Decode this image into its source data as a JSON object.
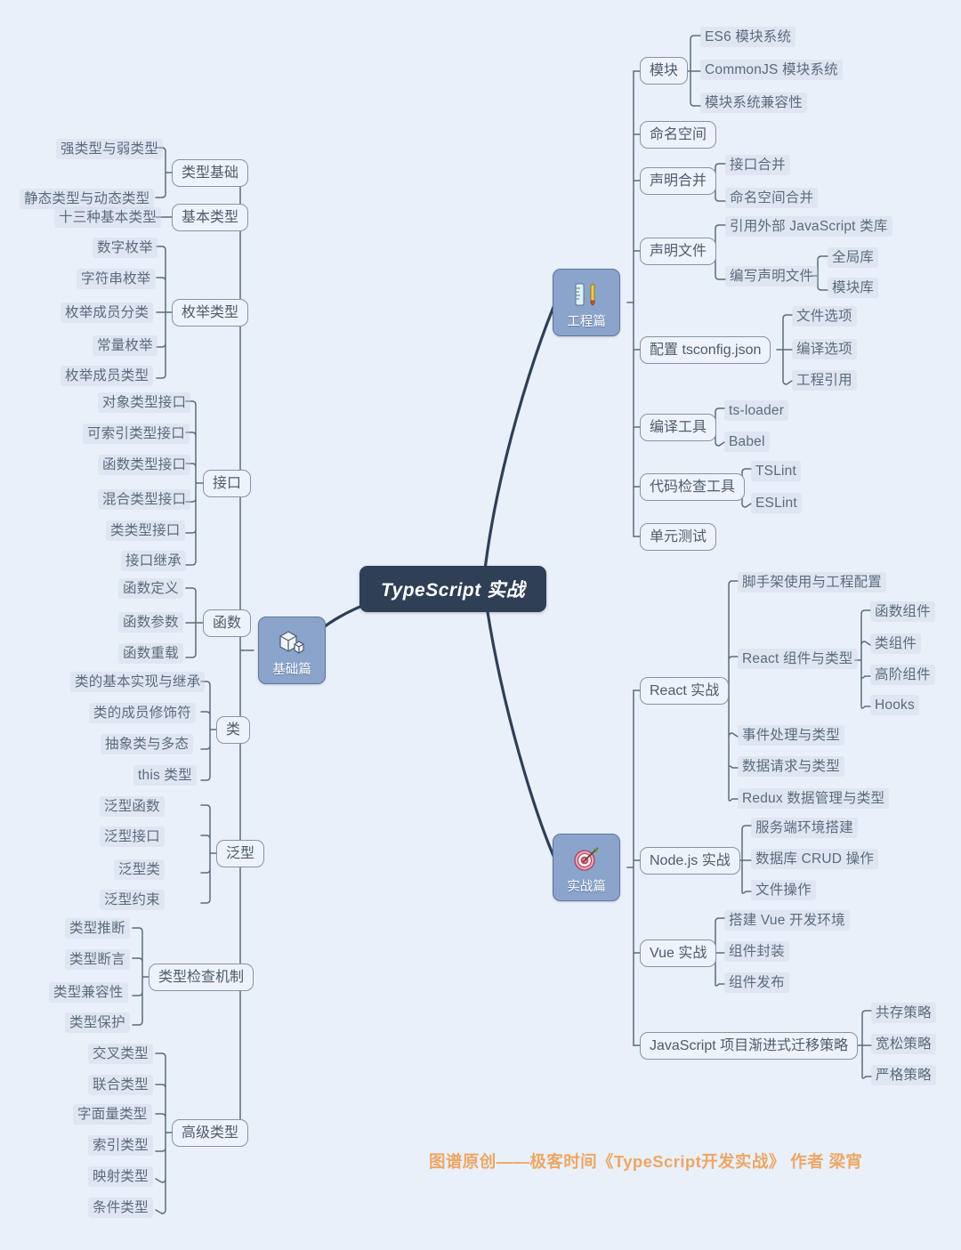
{
  "meta": {
    "background_color": "#eaf0fa",
    "root_color": "#2e3f56",
    "section_color": "#8aa4cc",
    "branch_border_color": "#8893a6",
    "leaf_text_color": "#5c6a7d",
    "credit_color": "#eca766"
  },
  "root": {
    "label": "TypeScript 实战"
  },
  "credit": {
    "text": "图谱原创——极客时间《TypeScript开发实战》 作者 梁宵"
  },
  "sections": [
    {
      "id": "engineering",
      "label": "工程篇",
      "icon": "ruler-pencil-icon"
    },
    {
      "id": "basics",
      "label": "基础篇",
      "icon": "cube-icon"
    },
    {
      "id": "practice",
      "label": "实战篇",
      "icon": "dartboard-icon"
    }
  ],
  "basics": {
    "label": "基础篇",
    "branches": [
      {
        "label": "类型基础",
        "children": [
          "强类型与弱类型",
          "静态类型与动态类型"
        ]
      },
      {
        "label": "基本类型",
        "children": [
          "十三种基本类型"
        ]
      },
      {
        "label": "枚举类型",
        "children": [
          "数字枚举",
          "字符串枚举",
          "枚举成员分类",
          "常量枚举",
          "枚举成员类型"
        ]
      },
      {
        "label": "接口",
        "children": [
          "对象类型接口",
          "可索引类型接口",
          "函数类型接口",
          "混合类型接口",
          "类类型接口",
          "接口继承"
        ]
      },
      {
        "label": "函数",
        "children": [
          "函数定义",
          "函数参数",
          "函数重载"
        ]
      },
      {
        "label": "类",
        "children": [
          "类的基本实现与继承",
          "类的成员修饰符",
          "抽象类与多态",
          "this 类型"
        ]
      },
      {
        "label": "泛型",
        "children": [
          "泛型函数",
          "泛型接口",
          "泛型类",
          "泛型约束"
        ]
      },
      {
        "label": "类型检查机制",
        "children": [
          "类型推断",
          "类型断言",
          "类型兼容性",
          "类型保护"
        ]
      },
      {
        "label": "高级类型",
        "children": [
          "交叉类型",
          "联合类型",
          "字面量类型",
          "索引类型",
          "映射类型",
          "条件类型"
        ]
      }
    ]
  },
  "engineering": {
    "label": "工程篇",
    "branches": [
      {
        "label": "模块",
        "children": [
          "ES6 模块系统",
          "CommonJS 模块系统",
          "模块系统兼容性"
        ]
      },
      {
        "label": "命名空间",
        "children": []
      },
      {
        "label": "声明合并",
        "children": [
          "接口合并",
          "命名空间合并"
        ]
      },
      {
        "label": "声明文件",
        "children": [
          "引用外部 JavaScript 类库",
          "编写声明文件"
        ],
        "grandchildren": {
          "编写声明文件": [
            "全局库",
            "模块库"
          ]
        }
      },
      {
        "label": "配置 tsconfig.json",
        "children": [
          "文件选项",
          "编译选项",
          "工程引用"
        ]
      },
      {
        "label": "编译工具",
        "children": [
          "ts-loader",
          "Babel"
        ]
      },
      {
        "label": "代码检查工具",
        "children": [
          "TSLint",
          "ESLint"
        ]
      },
      {
        "label": "单元测试",
        "children": []
      }
    ]
  },
  "practice": {
    "label": "实战篇",
    "branches": [
      {
        "label": "React 实战",
        "children": [
          "脚手架使用与工程配置",
          "React 组件与类型",
          "事件处理与类型",
          "数据请求与类型",
          "Redux 数据管理与类型"
        ],
        "grandchildren": {
          "React 组件与类型": [
            "函数组件",
            "类组件",
            "高阶组件",
            "Hooks"
          ]
        }
      },
      {
        "label": "Node.js 实战",
        "children": [
          "服务端环境搭建",
          "数据库 CRUD 操作",
          "文件操作"
        ]
      },
      {
        "label": "Vue 实战",
        "children": [
          "搭建 Vue 开发环境",
          "组件封装",
          "组件发布"
        ]
      },
      {
        "label": "JavaScript 项目渐进式迁移策略",
        "children": [
          "共存策略",
          "宽松策略",
          "严格策略"
        ]
      }
    ]
  },
  "nodes": {
    "root": {
      "label": "TypeScript 实战"
    },
    "b_type_basic": {
      "label": "类型基础"
    },
    "b_basic_type": {
      "label": "基本类型"
    },
    "b_enum": {
      "label": "枚举类型"
    },
    "b_interface": {
      "label": "接口"
    },
    "b_function": {
      "label": "函数"
    },
    "b_class": {
      "label": "类"
    },
    "b_generic": {
      "label": "泛型"
    },
    "b_check": {
      "label": "类型检查机制"
    },
    "b_advanced": {
      "label": "高级类型"
    },
    "l_strong_weak": {
      "label": "强类型与弱类型"
    },
    "l_static_dynamic": {
      "label": "静态类型与动态类型"
    },
    "l_thirteen": {
      "label": "十三种基本类型"
    },
    "l_num_enum": {
      "label": "数字枚举"
    },
    "l_str_enum": {
      "label": "字符串枚举"
    },
    "l_member_cat": {
      "label": "枚举成员分类"
    },
    "l_const_enum": {
      "label": "常量枚举"
    },
    "l_member_type": {
      "label": "枚举成员类型"
    },
    "l_obj_if": {
      "label": "对象类型接口"
    },
    "l_idx_if": {
      "label": "可索引类型接口"
    },
    "l_fn_if": {
      "label": "函数类型接口"
    },
    "l_mix_if": {
      "label": "混合类型接口"
    },
    "l_cls_if": {
      "label": "类类型接口"
    },
    "l_if_extend": {
      "label": "接口继承"
    },
    "l_fn_def": {
      "label": "函数定义"
    },
    "l_fn_param": {
      "label": "函数参数"
    },
    "l_fn_overload": {
      "label": "函数重载"
    },
    "l_cls_impl": {
      "label": "类的基本实现与继承"
    },
    "l_cls_modifier": {
      "label": "类的成员修饰符"
    },
    "l_abstract": {
      "label": "抽象类与多态"
    },
    "l_this_type": {
      "label": "this 类型"
    },
    "l_gen_fn": {
      "label": "泛型函数"
    },
    "l_gen_if": {
      "label": "泛型接口"
    },
    "l_gen_cls": {
      "label": "泛型类"
    },
    "l_gen_constraint": {
      "label": "泛型约束"
    },
    "l_infer": {
      "label": "类型推断"
    },
    "l_assert": {
      "label": "类型断言"
    },
    "l_compat": {
      "label": "类型兼容性"
    },
    "l_guard": {
      "label": "类型保护"
    },
    "l_intersect": {
      "label": "交叉类型"
    },
    "l_union": {
      "label": "联合类型"
    },
    "l_literal": {
      "label": "字面量类型"
    },
    "l_index": {
      "label": "索引类型"
    },
    "l_mapped": {
      "label": "映射类型"
    },
    "l_conditional": {
      "label": "条件类型"
    },
    "e_module": {
      "label": "模块"
    },
    "e_namespace": {
      "label": "命名空间"
    },
    "e_decl_merge": {
      "label": "声明合并"
    },
    "e_decl_file": {
      "label": "声明文件"
    },
    "e_tsconfig": {
      "label": "配置 tsconfig.json"
    },
    "e_compile_tool": {
      "label": "编译工具"
    },
    "e_lint_tool": {
      "label": "代码检查工具"
    },
    "e_unit_test": {
      "label": "单元测试"
    },
    "el_es6": {
      "label": "ES6 模块系统"
    },
    "el_cjs": {
      "label": "CommonJS 模块系统"
    },
    "el_compat": {
      "label": "模块系统兼容性"
    },
    "el_if_merge": {
      "label": "接口合并"
    },
    "el_ns_merge": {
      "label": "命名空间合并"
    },
    "el_ref_js": {
      "label": "引用外部 JavaScript 类库"
    },
    "el_write_decl": {
      "label": "编写声明文件"
    },
    "el_global_lib": {
      "label": "全局库"
    },
    "el_module_lib": {
      "label": "模块库"
    },
    "el_file_opt": {
      "label": "文件选项"
    },
    "el_compile_opt": {
      "label": "编译选项"
    },
    "el_proj_ref": {
      "label": "工程引用"
    },
    "el_tsloader": {
      "label": "ts-loader"
    },
    "el_babel": {
      "label": "Babel"
    },
    "el_tslint": {
      "label": "TSLint"
    },
    "el_eslint": {
      "label": "ESLint"
    },
    "p_react": {
      "label": "React 实战"
    },
    "p_node": {
      "label": "Node.js 实战"
    },
    "p_vue": {
      "label": "Vue 实战"
    },
    "p_migrate": {
      "label": "JavaScript 项目渐进式迁移策略"
    },
    "pl_scaffold": {
      "label": "脚手架使用与工程配置"
    },
    "pl_react_comp": {
      "label": "React 组件与类型"
    },
    "pl_event": {
      "label": "事件处理与类型"
    },
    "pl_request": {
      "label": "数据请求与类型"
    },
    "pl_redux": {
      "label": "Redux 数据管理与类型"
    },
    "pl_fn_comp": {
      "label": "函数组件"
    },
    "pl_cls_comp": {
      "label": "类组件"
    },
    "pl_hoc": {
      "label": "高阶组件"
    },
    "pl_hooks": {
      "label": "Hooks"
    },
    "pl_server_env": {
      "label": "服务端环境搭建"
    },
    "pl_crud": {
      "label": "数据库 CRUD 操作"
    },
    "pl_file_op": {
      "label": "文件操作"
    },
    "pl_vue_env": {
      "label": "搭建 Vue 开发环境"
    },
    "pl_comp_pack": {
      "label": "组件封装"
    },
    "pl_comp_pub": {
      "label": "组件发布"
    },
    "pl_coexist": {
      "label": "共存策略"
    },
    "pl_loose": {
      "label": "宽松策略"
    },
    "pl_strict": {
      "label": "严格策略"
    }
  }
}
